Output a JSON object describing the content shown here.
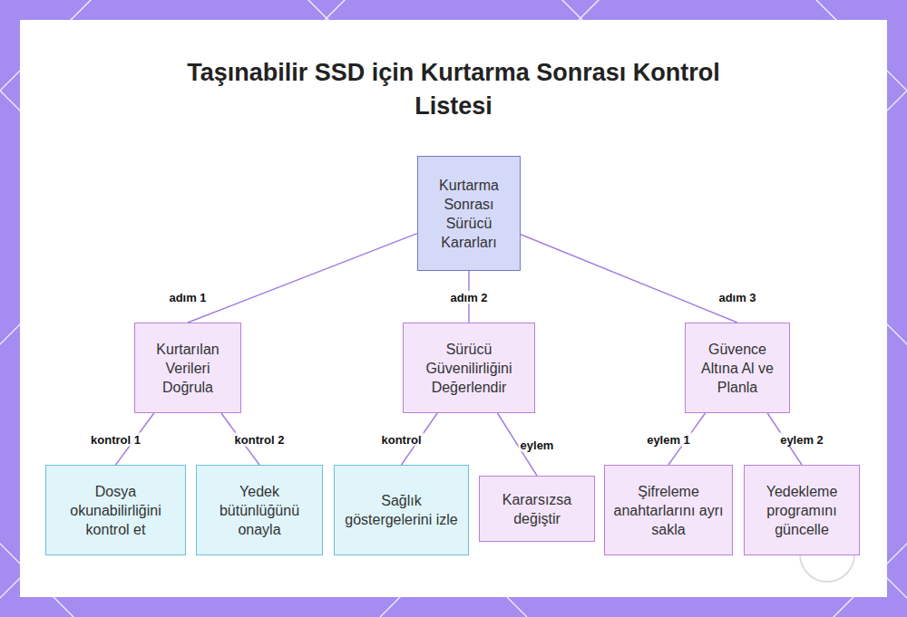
{
  "diagram": {
    "title": "Taşınabilir SSD için Kurtarma Sonrası Kontrol Listesi",
    "nodes": [
      {
        "text": [
          "Kurtarma Sonrası Sürücü Kararları"
        ]
      },
      {
        "text": [
          "Kurtarılan Verileri Doğrula"
        ]
      },
      {
        "text": [
          "Sürücü Güvenilirliğini Değerlendir"
        ]
      },
      {
        "text": [
          "Güvence Altına Al ve Planla"
        ]
      },
      {
        "text": [
          "Dosya okunabilirliğini kontrol et"
        ]
      },
      {
        "text": [
          "Yedek bütünlüğünü onayla"
        ]
      },
      {
        "text": [
          "Sağlık göstergelerini izle"
        ]
      },
      {
        "text": [
          "Kararsızsa değiştir"
        ]
      },
      {
        "text": [
          "Şifreleme anahtarlarını ayrı sakla"
        ]
      },
      {
        "text": [
          "Yedekleme programını güncelle"
        ]
      }
    ],
    "edges": [
      {
        "from": 0,
        "to": 1,
        "arrow": "none",
        "label": "adım 1"
      },
      {
        "from": 0,
        "to": 2,
        "arrow": "none",
        "label": "adım 2"
      },
      {
        "from": 0,
        "to": 3,
        "arrow": "none",
        "label": "adım 3"
      },
      {
        "from": 1,
        "to": 4,
        "arrow": "none",
        "label": "kontrol 1"
      },
      {
        "from": 1,
        "to": 5,
        "arrow": "none",
        "label": "kontrol 2"
      },
      {
        "from": 2,
        "to": 6,
        "arrow": "none",
        "label": "kontrol"
      },
      {
        "from": 2,
        "to": 7,
        "arrow": "none",
        "label": "eylem"
      },
      {
        "from": 3,
        "to": 8,
        "arrow": "none",
        "label": "eylem 1"
      },
      {
        "from": 3,
        "to": 9,
        "arrow": "none",
        "label": "eylem 2"
      }
    ]
  }
}
